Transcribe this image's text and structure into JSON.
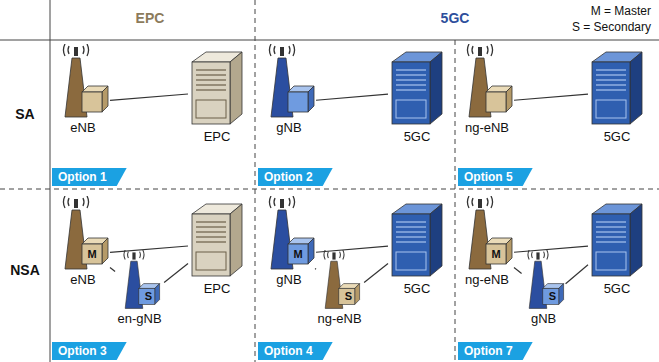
{
  "diagram": {
    "nodes": [
      {
        "text": [
          "eNB"
        ]
      },
      {
        "text": [
          "EPC"
        ]
      },
      {
        "text": [
          "gNB"
        ]
      },
      {
        "text": [
          "5GC"
        ]
      },
      {
        "text": [
          "ng-eNB"
        ]
      },
      {
        "text": [
          "5GC"
        ]
      },
      {
        "text": [
          "M",
          "eNB"
        ]
      },
      {
        "text": [
          "S",
          "en-gNB"
        ]
      },
      {
        "text": [
          "EPC"
        ]
      },
      {
        "text": [
          "M",
          "gNB"
        ]
      },
      {
        "text": [
          "S",
          "ng-eNB"
        ]
      },
      {
        "text": [
          "5GC"
        ]
      },
      {
        "text": [
          "M",
          "ng-eNB"
        ]
      },
      {
        "text": [
          "S",
          "gNB"
        ]
      },
      {
        "text": [
          "5GC"
        ]
      }
    ],
    "edges": [
      {
        "from": 0,
        "to": 1,
        "arrow": "none"
      },
      {
        "from": 2,
        "to": 3,
        "arrow": "none"
      },
      {
        "from": 4,
        "to": 5,
        "arrow": "none"
      },
      {
        "from": 6,
        "to": 8,
        "arrow": "none"
      },
      {
        "from": 6,
        "to": 7,
        "arrow": "none"
      },
      {
        "from": 7,
        "to": 8,
        "arrow": "none"
      },
      {
        "from": 9,
        "to": 11,
        "arrow": "none"
      },
      {
        "from": 9,
        "to": 10,
        "arrow": "none"
      },
      {
        "from": 10,
        "to": 11,
        "arrow": "none"
      },
      {
        "from": 12,
        "to": 14,
        "arrow": "none"
      },
      {
        "from": 12,
        "to": 13,
        "arrow": "none"
      },
      {
        "from": 13,
        "to": 14,
        "arrow": "none"
      }
    ],
    "labels": [
      "EPC",
      "5GC",
      "M = Master",
      "S = Secondary",
      "SA",
      "Option 1",
      "Option 2",
      "Option 5",
      "NSA",
      "Option 3",
      "Option 4",
      "Option 7"
    ]
  }
}
